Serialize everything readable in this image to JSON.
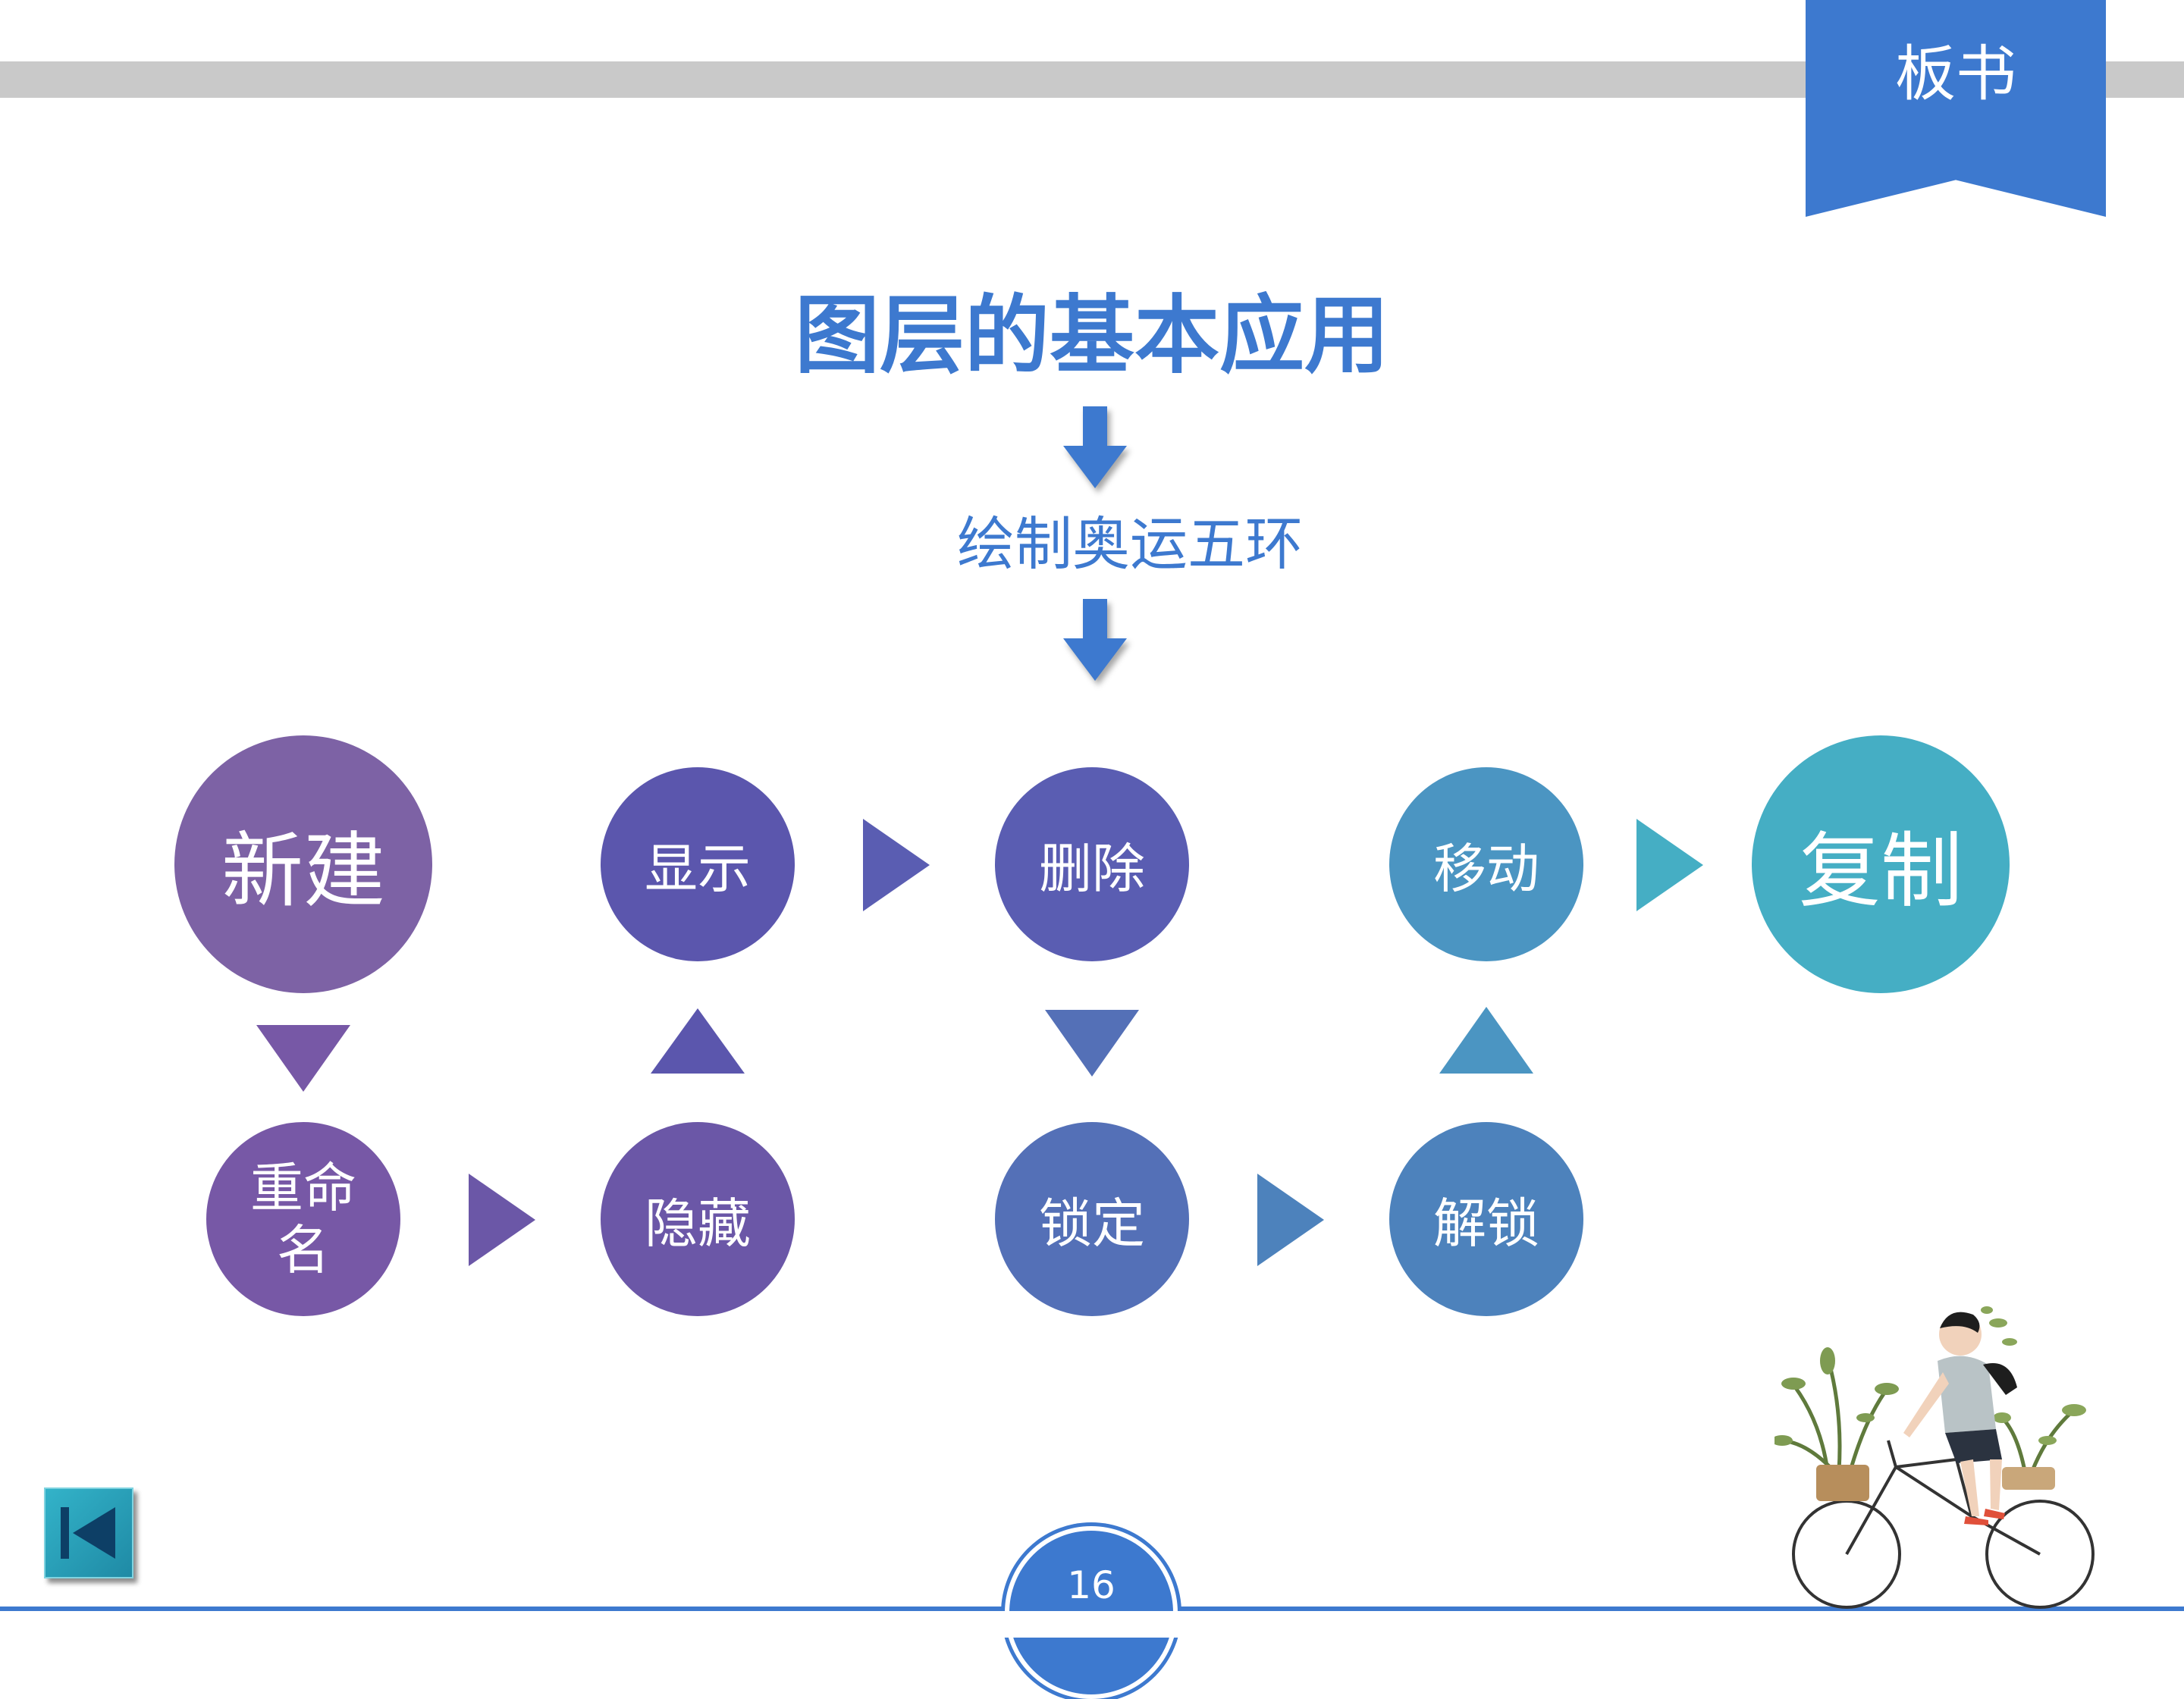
{
  "tag": {
    "label": "板书"
  },
  "title": "图层的基本应用",
  "subtitle": "绘制奥运五环",
  "nodes": {
    "new": "新建",
    "rename": "重命名",
    "hide": "隐藏",
    "show": "显示",
    "delete": "删除",
    "lock": "锁定",
    "unlock": "解锁",
    "move": "移动",
    "copy": "复制"
  },
  "colors": {
    "accent": "#3d79cf",
    "new": "#7d62a5",
    "rename": "#7758a6",
    "hide": "#6b57a7",
    "show": "#5b56ad",
    "delete": "#5a5db2",
    "lock": "#5470b7",
    "unlock": "#4d82bc",
    "move": "#4b95c2",
    "copy": "#45aec4"
  },
  "footer": {
    "page_number": "16"
  }
}
